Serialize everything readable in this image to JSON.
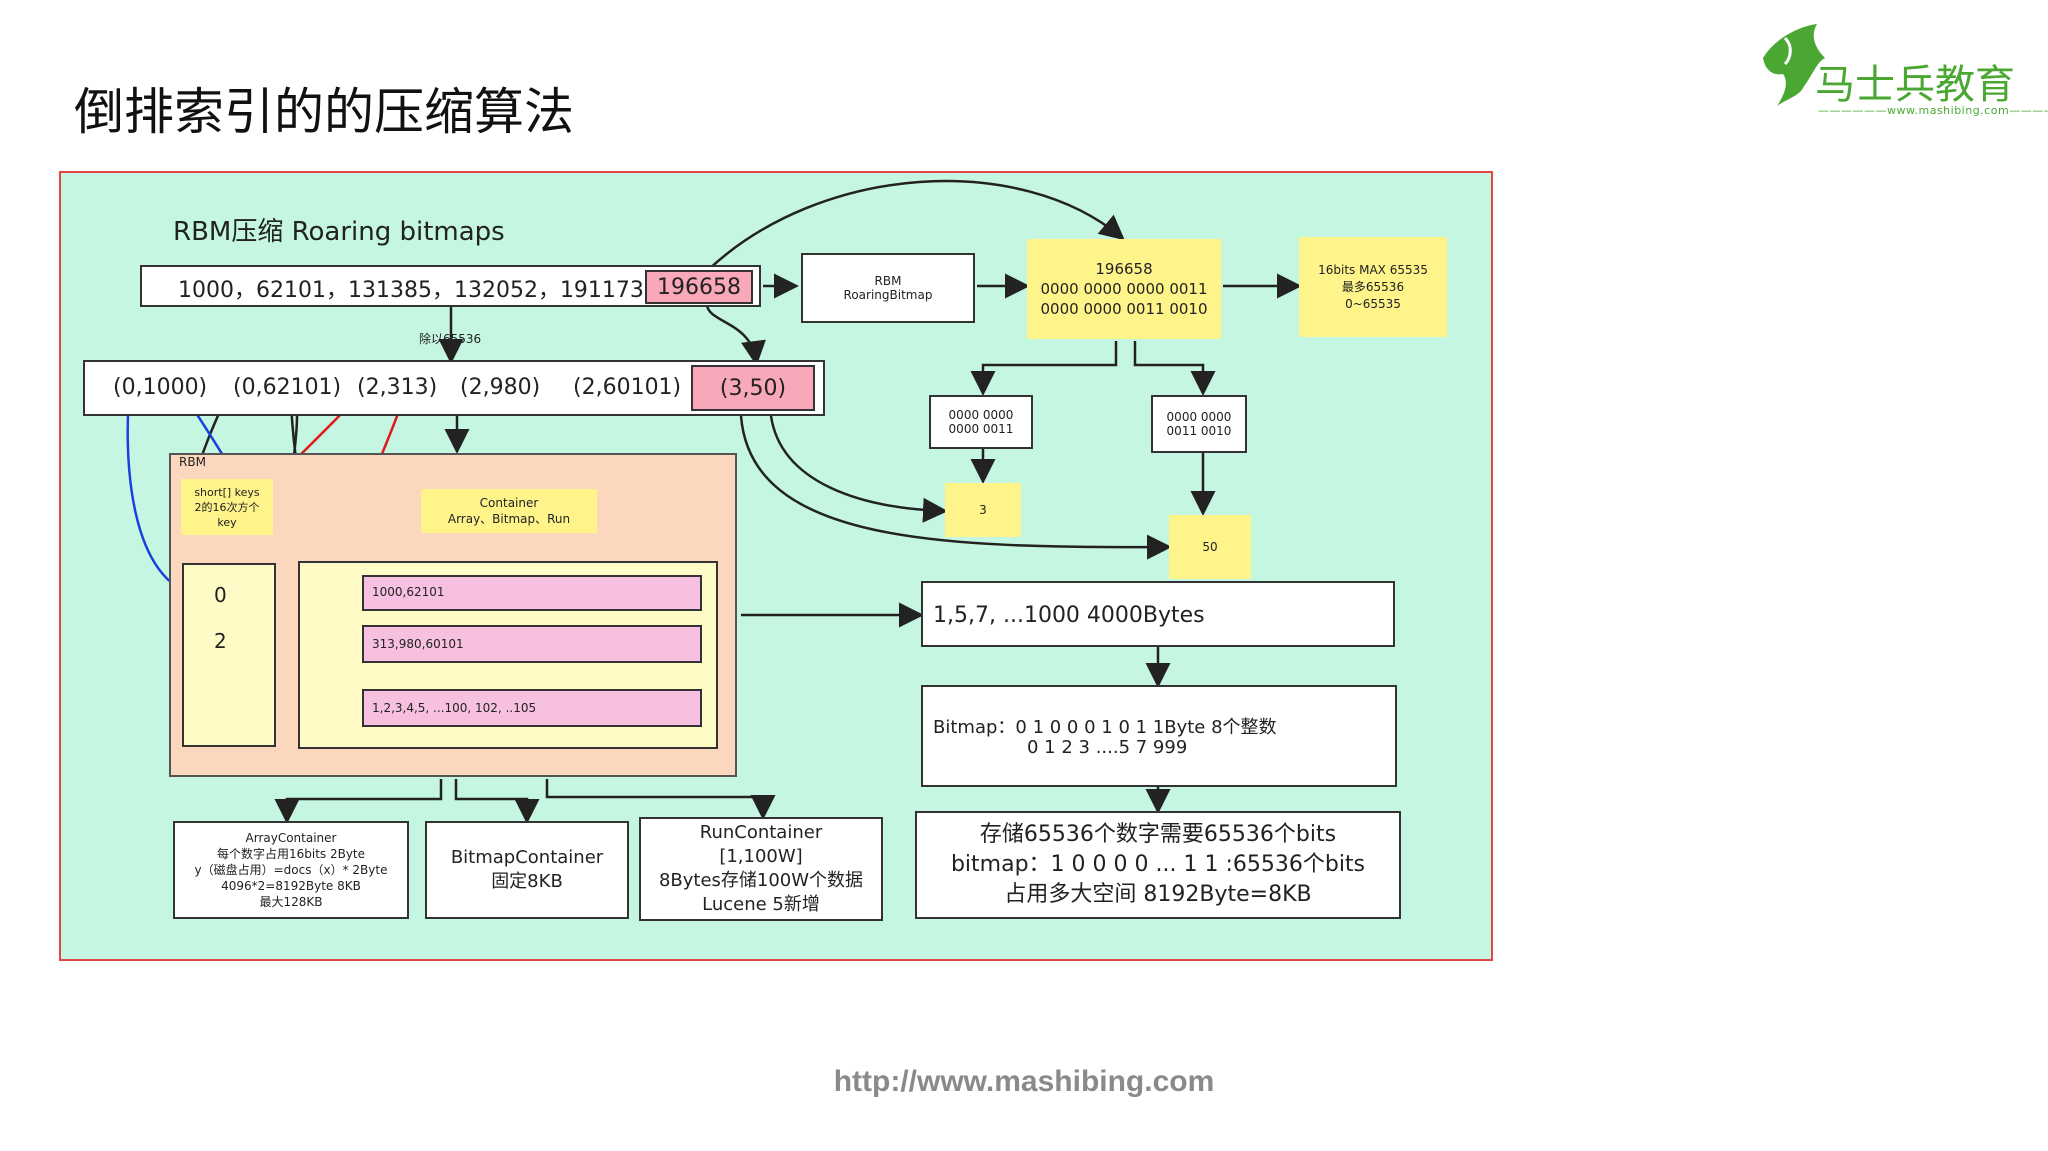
{
  "slide": {
    "title": "倒排索引的的压缩算法",
    "footer_url": "http://www.mashibing.com"
  },
  "logo": {
    "name": "马士兵教育",
    "url": "www.mashibing.com"
  },
  "diagram": {
    "heading": "RBM压缩  Roaring bitmaps",
    "input_values": "1000，62101，131385，132052，191173，",
    "input_highlight": "196658",
    "rbm_box": [
      "RBM",
      "RoaringBitmap"
    ],
    "binary_note": [
      "196658",
      "0000 0000 0000 0011",
      "0000 0000 0011 0010"
    ],
    "max_note": [
      "16bits MAX 65535",
      "最多65536",
      "0~65535"
    ],
    "divide_label": "除以65536",
    "pairs": [
      "(0,1000)",
      "(0,62101)",
      "(2,313)",
      "(2,980)",
      "(2,60101)"
    ],
    "pair_highlight": "(3,50)",
    "high_bits": [
      "0000 0000",
      "0000 0011"
    ],
    "low_bits": [
      "0000 0000",
      "0011 0010"
    ],
    "note_3": "3",
    "note_50": "50",
    "rbm_label": "RBM",
    "keys_note": [
      "short[] keys",
      "2的16次方个",
      "key"
    ],
    "container_note": [
      "Container",
      "Array、Bitmap、Run"
    ],
    "keys": [
      "0",
      "2"
    ],
    "rows": [
      "1000,62101",
      "313,980,60101",
      "1,2,3,4,5, ...100,  102, ..105"
    ],
    "array_container": [
      "ArrayContainer",
      "每个数字占用16bits    2Byte",
      "y（磁盘占用）=docs（x）* 2Byte",
      "4096*2=8192Byte 8KB",
      "最大128KB"
    ],
    "bitmap_container": [
      "BitmapContainer",
      "固定8KB"
    ],
    "run_container": [
      "RunContainer",
      "[1,100W]",
      "8Bytes存储100W个数据",
      "Lucene 5新增"
    ],
    "list_box": "1,5,7,  ...1000   4000Bytes",
    "bitmap_box": [
      "Bitmap：0 1 0 0 0 1 0 1       1Byte   8个整数",
      "0 1 2 3 ....5      7              999"
    ],
    "storage_box": [
      "存储65536个数字需要65536个bits",
      "bitmap：1 0 0 0 0 ... 1 1        :65536个bits",
      "占用多大空间 8192Byte=8KB"
    ]
  },
  "colors": {
    "canvas": "#c4f6e1",
    "canvas_border": "#e04848",
    "highlight": "#f8a8b8",
    "sticky": "#fff48a",
    "rbm_panel": "#fbd8bd",
    "row_pink": "#f8c0e0",
    "arrow_blue": "#1a3fe0",
    "arrow_red": "#e01a1a",
    "logo_green": "#4aa832"
  }
}
